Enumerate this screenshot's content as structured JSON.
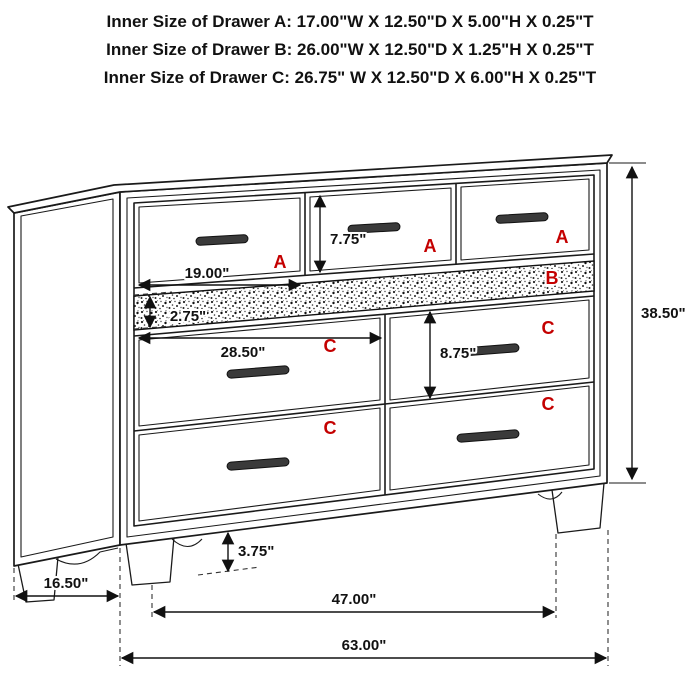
{
  "header": {
    "line_a": "Inner Size of Drawer A: 17.00\"W X 12.50\"D X 5.00\"H X 0.25\"T",
    "line_b": "Inner Size of Drawer B: 26.00\"W X 12.50\"D X 1.25\"H X 0.25\"T",
    "line_c": "Inner Size of Drawer C: 26.75\" W X 12.50\"D X 6.00\"H X 0.25\"T"
  },
  "diagram": {
    "labels": {
      "drawer_a": "A",
      "drawer_b": "B",
      "drawer_c": "C"
    },
    "dimensions": {
      "drawer_a_width": "19.00\"",
      "drawer_a_front_height": "7.75\"",
      "drawer_b_front_height": "2.75\"",
      "drawer_c_width": "28.50\"",
      "drawer_c_front_height": "8.75\"",
      "overall_height": "38.50\"",
      "base_height": "3.75\"",
      "side_depth": "16.50\"",
      "feet_span_width": "47.00\"",
      "overall_width": "63.00\""
    },
    "colors": {
      "label_red": "#c40000",
      "line_black": "#111111"
    }
  }
}
